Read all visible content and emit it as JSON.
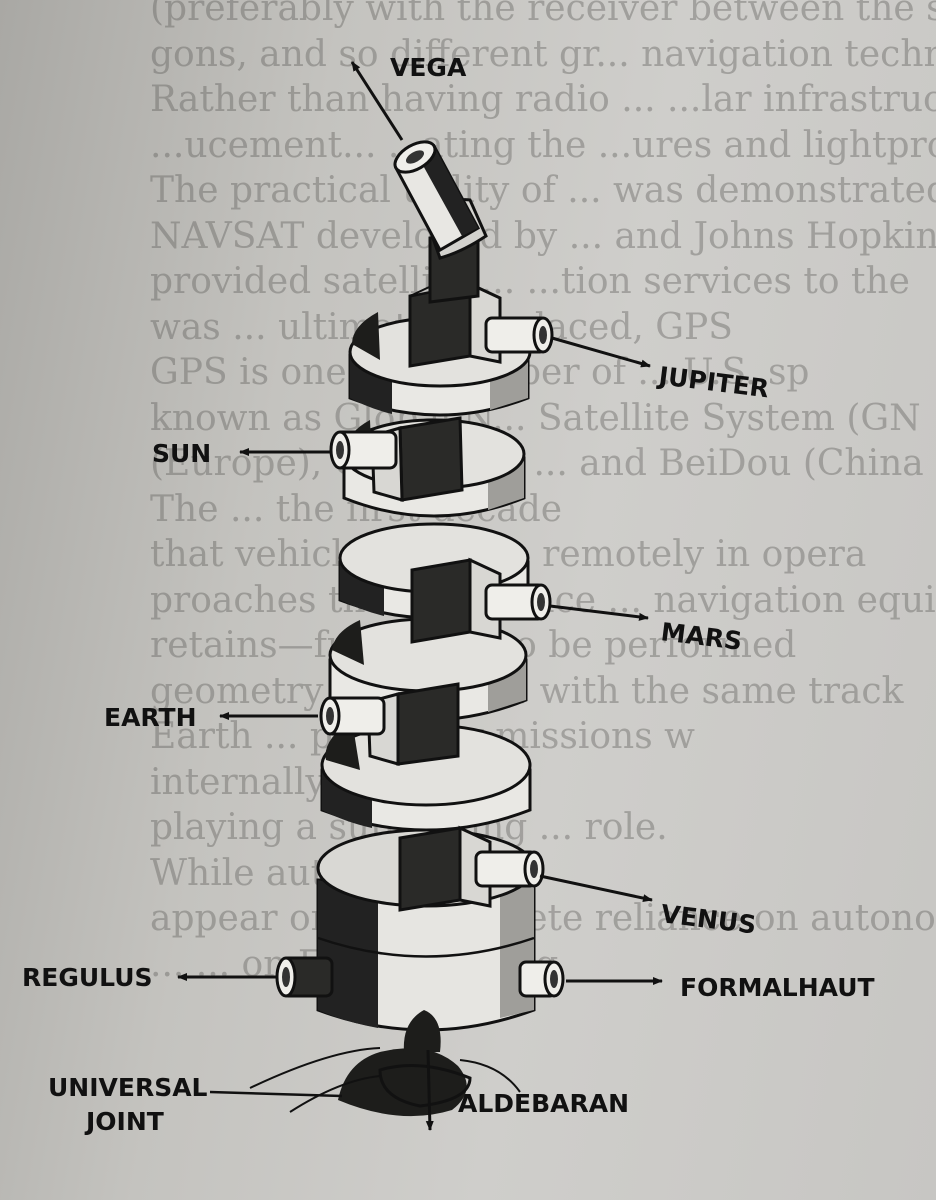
{
  "background_text": [
    "(preferably with the receiver between the station",
    "gons, and so different gr...  navigation techniques",
    "Rather than having radio ...  ...lar infrastructu",
    "...ucement... ...ating the ...ures and lightproof les",
    "The practical utility of ... was demonstrated with",
    "NAVSAT developed by ... and Johns Hopkins",
    "provided satellite-...  ...tion services to the",
    "was ... ultimately replaced, GPS",
    "GPS is one of a number of ... U.S. sp",
    "known as Global N... Satellite System (GN",
    "(Europe), GLONASS ... and BeiDou (China",
    "The ... the first decade",
    "that vehicles were ... remotely in opera",
    "proaches that ... a space ... navigation equip",
    "retains—further ... to be performed",
    "geometry (instead ... with the same track",
    "Earth ... planetary missions w",
    "internally ... ...",
    "playing a supporting ... role.",
    "While auto... ...",
    "appear on the complete reliance on autonomou",
    "... ... on Earth-orbiting"
  ],
  "labels": {
    "vega": "VEGA",
    "jupiter": "JUPITER",
    "sun": "SUN",
    "mars": "MARS",
    "earth": "EARTH",
    "venus": "VENUS",
    "regulus": "REGULUS",
    "formalhaut": "FORMALHAUT",
    "universal_joint_line1": "UNIVERSAL",
    "universal_joint_line2": "JOINT",
    "aldebaran": "ALDEBARAN"
  },
  "colors": {
    "ink": "#111111",
    "light_face": "#ecebe7",
    "mid_face": "#a3a29e",
    "dark_face": "#1f1f1d",
    "paper": "#c9c8c4"
  }
}
